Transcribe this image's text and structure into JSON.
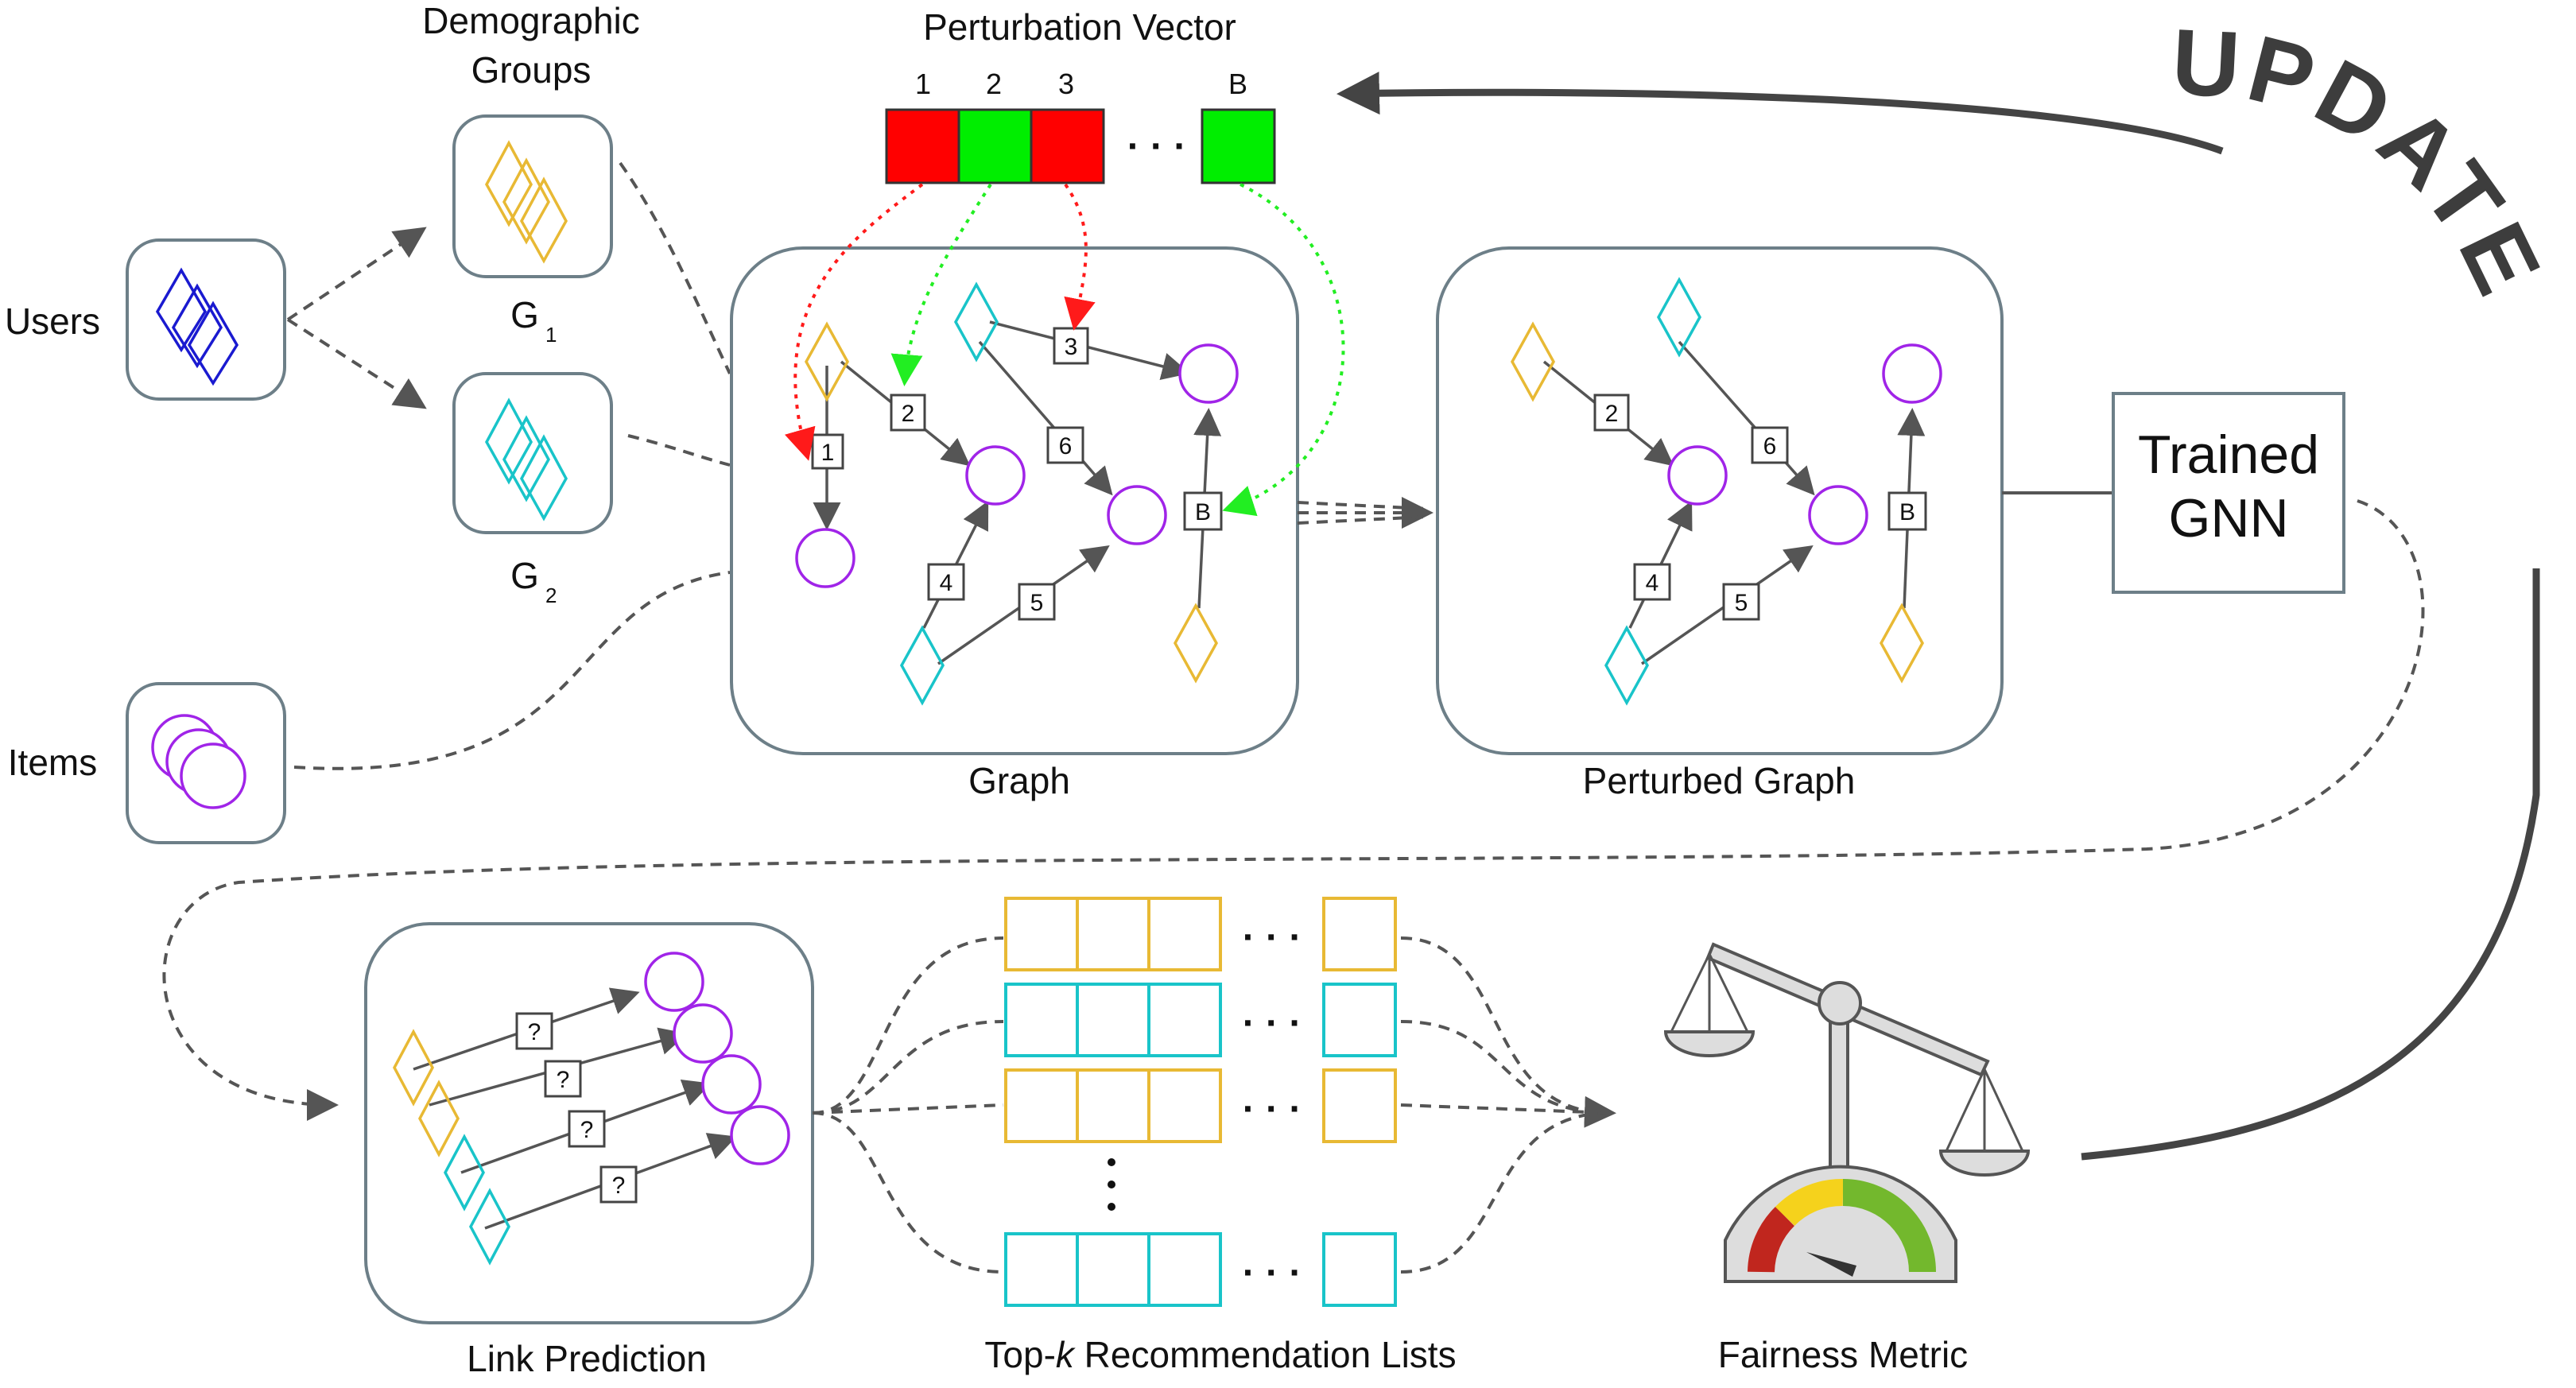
{
  "labels": {
    "demographic_groups": [
      "Demographic",
      "Groups"
    ],
    "perturbation_vector": "Perturbation Vector",
    "users": "Users",
    "items": "Items",
    "g1": "G",
    "g1_sub": "1",
    "g2": "G",
    "g2_sub": "2",
    "graph": "Graph",
    "perturbed_graph": "Perturbed Graph",
    "trained_gnn": [
      "Trained",
      "GNN"
    ],
    "update": "UPDATE",
    "link_prediction": "Link Prediction",
    "topk_prefix": "Top-",
    "topk_k": "k",
    "topk_suffix": " Recommendation Lists",
    "fairness_metric": "Fairness Metric"
  },
  "perturbation": {
    "indices": [
      "1",
      "2",
      "3",
      "B"
    ],
    "cells": [
      {
        "index": "1",
        "state": "red"
      },
      {
        "index": "2",
        "state": "green"
      },
      {
        "index": "3",
        "state": "red"
      },
      {
        "index": "B",
        "state": "green"
      }
    ],
    "ellipsis": "· · ·"
  },
  "graph_edges": [
    "1",
    "2",
    "3",
    "4",
    "5",
    "6",
    "B"
  ],
  "perturbed_edges": [
    "2",
    "4",
    "5",
    "6",
    "B"
  ],
  "link_prediction_edges": [
    "?",
    "?",
    "?",
    "?"
  ],
  "ellipsis_h": "· · ·",
  "colors": {
    "red": "#ff0000",
    "green": "#00ee00",
    "group1": "#e8b934",
    "group2": "#19c4c9",
    "users": "#1a1ad0",
    "items": "#a024e8",
    "gauge_red": "#c0261e",
    "gauge_yellow": "#f5d21c",
    "gauge_green": "#73b82d"
  }
}
